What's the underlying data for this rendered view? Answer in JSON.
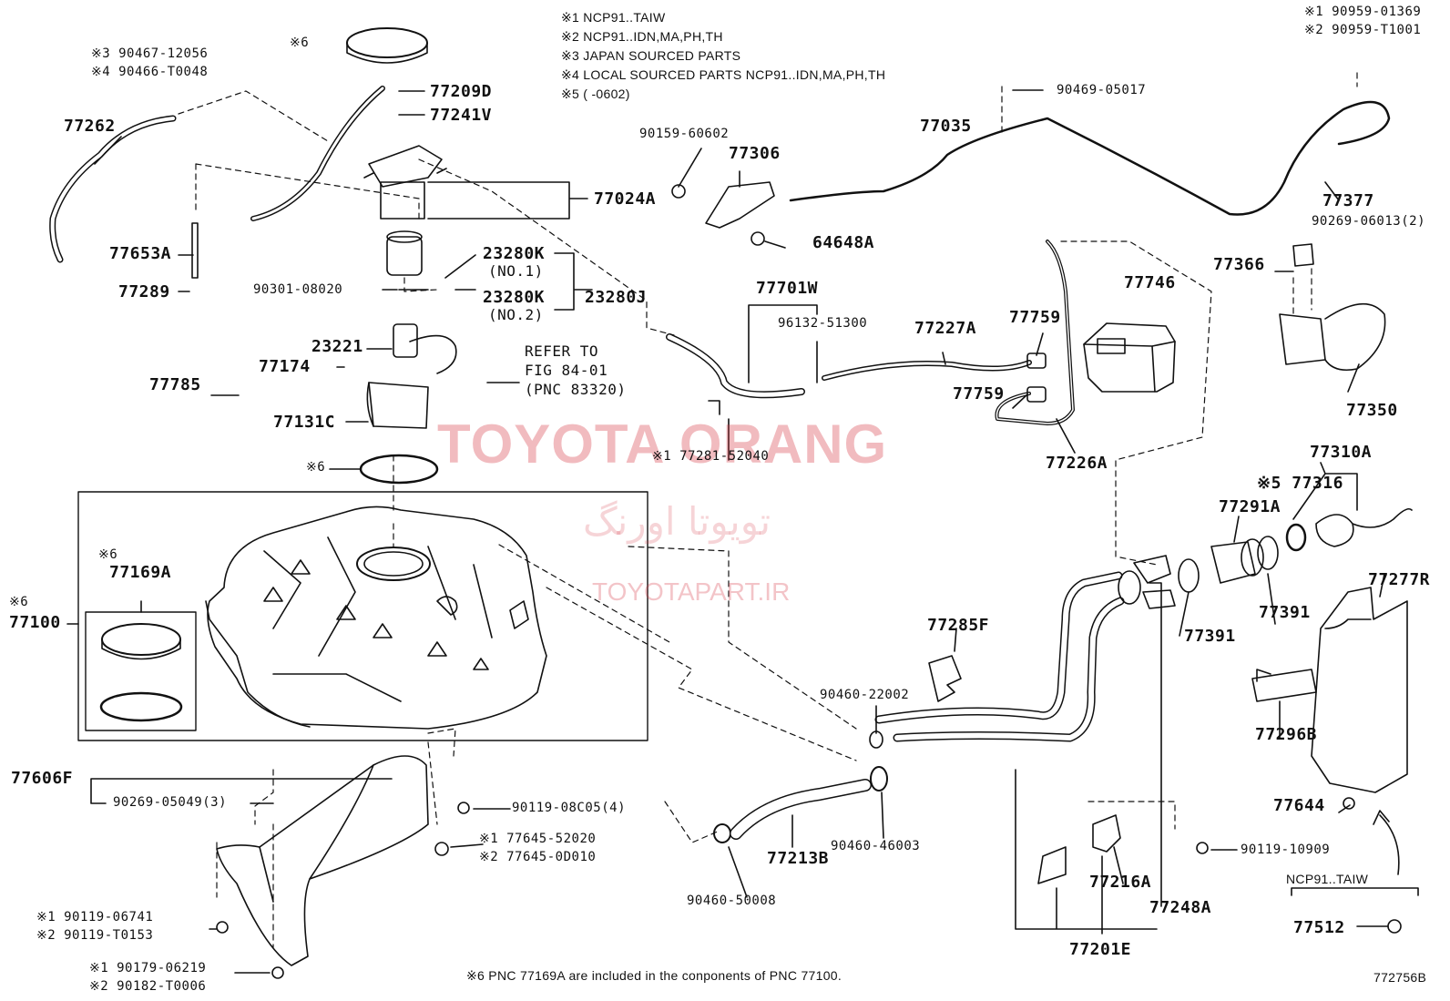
{
  "notes": [
    "※1 NCP91..TAIW",
    "※2 NCP91..IDN,MA,PH,TH",
    "※3 JAPAN SOURCED PARTS",
    "※4 LOCAL SOURCED PARTS NCP91..IDN,MA,PH,TH",
    "※5 (    -0602)"
  ],
  "watermark": {
    "brand": "TOYOTA ORANG",
    "persian": "تویوتا اورنگ",
    "site": "TOYOTAPART.IR"
  },
  "labels": {
    "p77262": "77262",
    "p90467": "※3 90467-12056",
    "p90466": "※4 90466-T0048",
    "p6a": "※6",
    "p77209D": "77209D",
    "p77241V": "77241V",
    "p77024A": "77024A",
    "p77653A": "77653A",
    "p77289": "77289",
    "p90301": "90301-08020",
    "p23280K1": "23280K",
    "p23280K1n": "(NO.1)",
    "p23280K2": "23280K",
    "p23280K2n": "(NO.2)",
    "p23280J": "23280J",
    "p23221": "23221",
    "p77174": "77174",
    "p77785": "77785",
    "p77131C": "77131C",
    "p6b": "※6",
    "ref1": "REFER TO",
    "ref2": "FIG 84-01",
    "ref3": "(PNC 83320)",
    "p90159": "90159-60602",
    "p77306": "77306",
    "p64648A": "64648A",
    "p90469": "90469-05017",
    "p77035": "77035",
    "p90959a": "※1 90959-01369",
    "p90959b": "※2 90959-T1001",
    "p77377": "77377",
    "p90269b": "90269-06013(2)",
    "p77366": "77366",
    "p77350": "77350",
    "p77701W": "77701W",
    "p96132": "96132-51300",
    "p77227A": "77227A",
    "p77759a": "77759",
    "p77759b": "77759",
    "p77746": "77746",
    "p77226A": "77226A",
    "p77281": "※1 77281-52040",
    "p77310A": "77310A",
    "p77316": "※5 77316",
    "p77291A": "77291A",
    "p77391a": "77391",
    "p77391b": "77391",
    "p77277R": "77277R",
    "p6c": "※6",
    "p77169A": "77169A",
    "p6d": "※6",
    "p77100": "77100",
    "p77285F": "77285F",
    "p90460a": "90460-22002",
    "p90460b": "90460-46003",
    "p77296B": "77296B",
    "p77606F": "77606F",
    "p90269a": "90269-05049(3)",
    "p90119a": "90119-08C05(4)",
    "p77645a": "※1 77645-52020",
    "p77645b": "※2 77645-0D010",
    "p77213B": "77213B",
    "p90460c": "90460-50008",
    "p77644": "77644",
    "p90119b": "90119-10909",
    "p77216A": "77216A",
    "p77248A": "77248A",
    "p77201E": "77201E",
    "pNCP": "NCP91..TAIW",
    "p77512": "77512",
    "p90119c": "※1 90119-06741",
    "p90119d": "※2 90119-T0153",
    "p90179": "※1 90179-06219",
    "p90182": "※2 90182-T0006",
    "footnote": "※6 PNC 77169A are included in the conponents of PNC 77100.",
    "figno": "772756B"
  }
}
